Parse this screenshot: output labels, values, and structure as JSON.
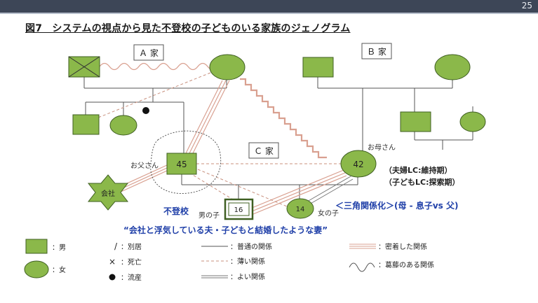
{
  "page_number": "25",
  "title": "図7　システムの視点から見た不登校の子どものいる家族のジェノグラム",
  "families": {
    "a": "Ａ 家",
    "b": "Ｂ 家",
    "c": "Ｃ 家"
  },
  "nodes": {
    "father_label": "お父さん",
    "father_age": "45",
    "mother_label": "お母さん",
    "mother_age": "42",
    "son_age": "16",
    "son_label": "男の子",
    "daughter_age": "14",
    "daughter_label": "女の子",
    "company": "会社"
  },
  "annotations": {
    "school_refusal": "不登校",
    "triangle": "＜三角関係化＞(母 - 息子vs 父)",
    "couple_lc": "（夫婦LC:維持期）",
    "child_lc": "（子どもLC:探索期）",
    "quote": "“会社と浮気している夫・子どもと結婚したような妻”"
  },
  "legend": {
    "male": "：男",
    "female": "：女",
    "separated_mark": "/",
    "separated": "：別居",
    "death_mark": "×",
    "death": "：死亡",
    "miscarriage": "：流産",
    "normal": "：普通の関係",
    "weak": "：薄い関係",
    "good": "：よい関係",
    "close": "：密着した関係",
    "conflict": "：葛藤のある関係"
  },
  "colors": {
    "fill_green": "#8bb84a",
    "outline": "#3f5f22",
    "blue_text": "#1f3fa8",
    "relation_red": "#d9a090",
    "topbar": "#3d4657"
  }
}
